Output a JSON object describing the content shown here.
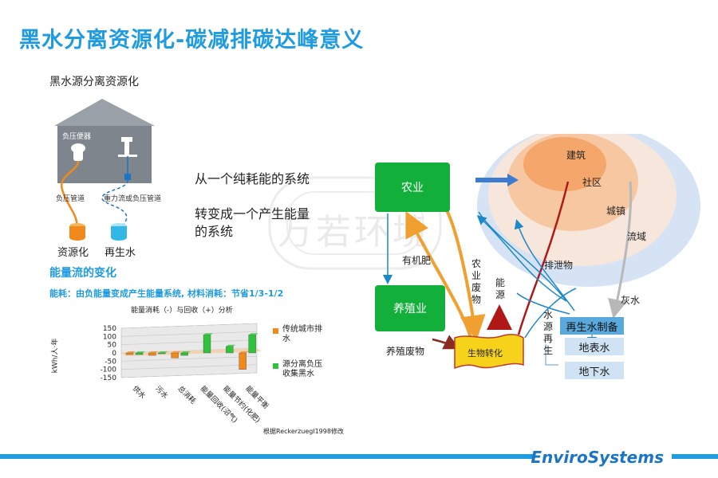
{
  "title": "黑水分离资源化-碳减排碳达峰意义",
  "left": {
    "subtitle": "黑水源分离资源化",
    "house_label": "负压便器",
    "pipe_left_label": "负压管道",
    "pipe_right_label": "重力流或负压管道",
    "bucket_left_label": "资源化",
    "bucket_right_label": "再生水"
  },
  "middle": {
    "line1": "从一个纯耗能的系统",
    "line2": "转变成一个产生能量",
    "line3": "的系统"
  },
  "energy": {
    "heading": "能量流的变化",
    "note": "能耗：由负能量变成产生能量系统, 材料消耗：节省1/3-1/2",
    "source": "根据Reckerzuegl1998修改"
  },
  "chart_data": {
    "type": "bar",
    "title": "能量消耗（-）与回收（+）分析",
    "ylabel": "kWh/人·年",
    "ylim": [
      -150,
      150
    ],
    "yticks": [
      150,
      100,
      50,
      0,
      -50,
      -100,
      -150
    ],
    "categories": [
      "供水",
      "污水",
      "总消耗",
      "能量回收(沼气)",
      "能量节约(化肥)",
      "能量平衡"
    ],
    "series": [
      {
        "name": "传统城市排水",
        "color": "#f08a1c",
        "values": [
          -10,
          -15,
          -30,
          0,
          0,
          -100
        ]
      },
      {
        "name": "源分离负压收集黑水",
        "color": "#2fc33c",
        "values": [
          -10,
          -5,
          -15,
          110,
          40,
          110
        ]
      }
    ],
    "legend_position": "right"
  },
  "diagram": {
    "agriculture": "农业",
    "breeding": "养殖业",
    "bio": "生物转化",
    "label_fertilizer": "有机肥",
    "label_agri_waste": "农业废物",
    "label_energy": "能源",
    "label_breed_waste": "养殖废物",
    "label_discharge": "排泄物",
    "label_greywater": "灰水",
    "label_water_regen": "水源再生",
    "regen_box": "再生水制备",
    "surface_box": "地表水",
    "ground_box": "地下水",
    "ring_building": "建筑",
    "ring_community": "社区",
    "ring_town": "城镇",
    "ring_basin": "流域"
  },
  "watermark": "万若环境",
  "brand": "EnviroSystems",
  "colors": {
    "accent": "#1f9be0",
    "green": "#12b03a",
    "orange": "#f08a1c",
    "brand": "#1c74c4"
  }
}
